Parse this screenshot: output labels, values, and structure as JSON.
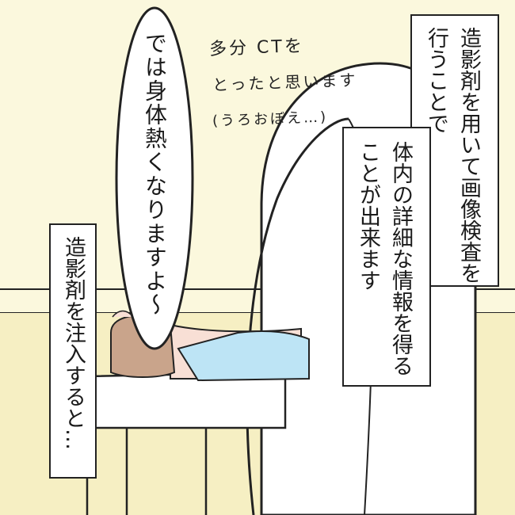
{
  "speech_bubble": {
    "text": "では身体熱くなりますよ〜"
  },
  "caption_right_top": {
    "text": "造影剤を用いて画像検査を行うことで"
  },
  "caption_right_bottom": {
    "text": "体内の詳細な情報を得ることが出来ます"
  },
  "caption_left": {
    "text": "造影剤を注入すると…"
  },
  "handwritten_note": {
    "line1": "多分 CTを",
    "line2": "とったと思います",
    "line3": "(うろおぼえ…)"
  },
  "colors": {
    "background": "#fbf8dd",
    "wall_panel": "#f6efc3",
    "hair": "#c9a48b",
    "blanket": "#bde4f5",
    "skin": "#f8dfd5",
    "line": "#222222"
  }
}
